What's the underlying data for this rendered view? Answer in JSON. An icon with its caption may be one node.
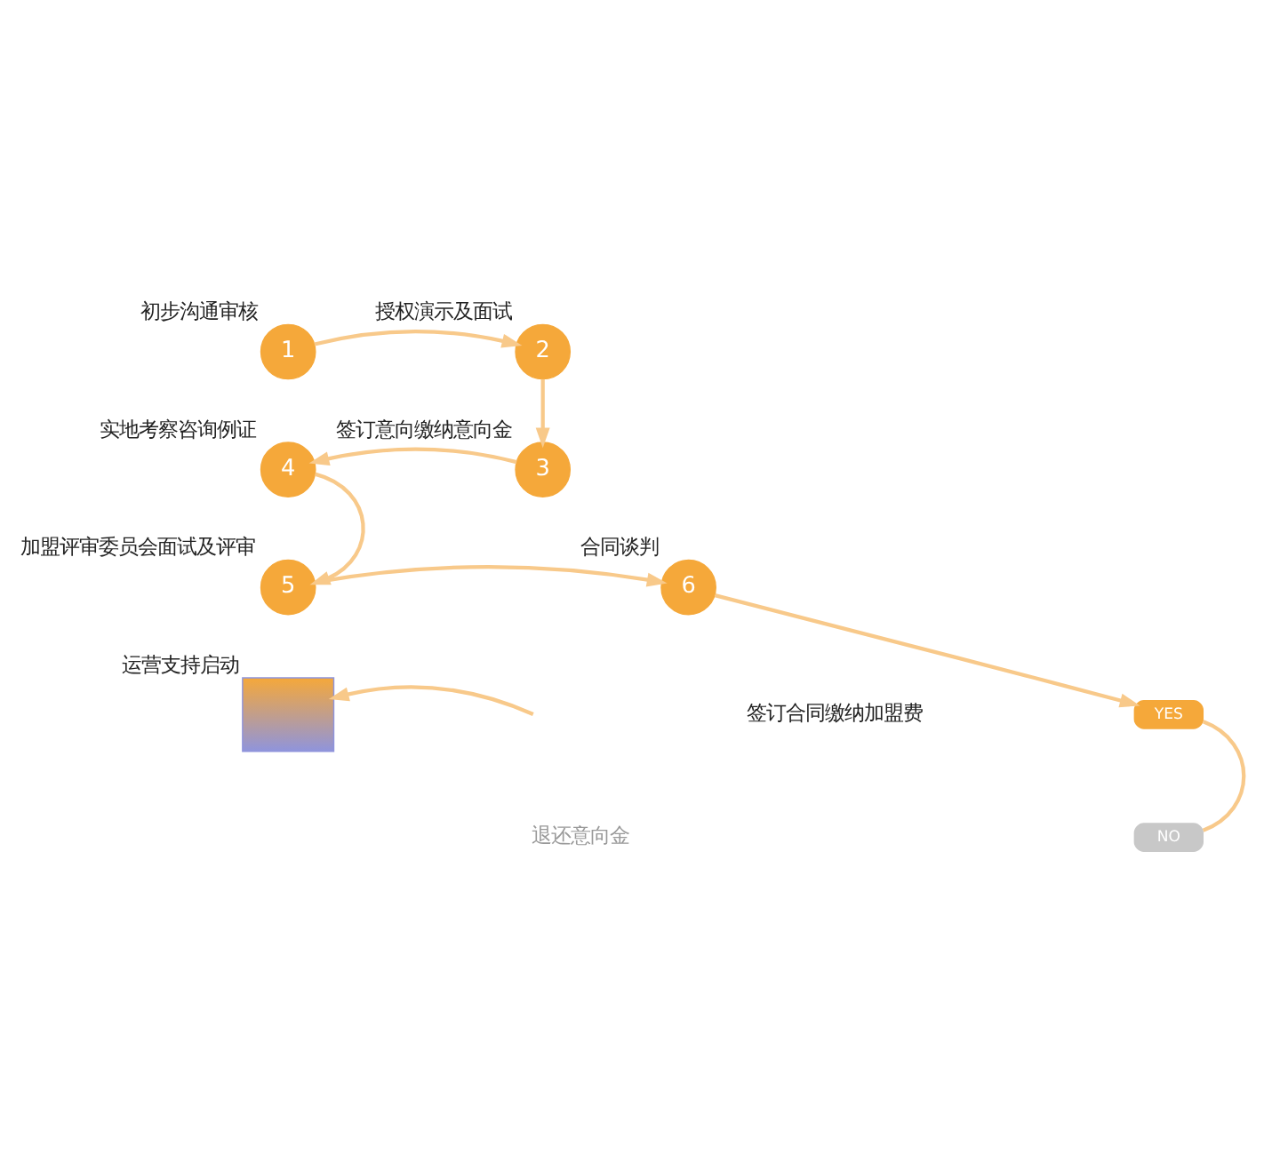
{
  "diagram": {
    "nodes": [
      {
        "text": [
          "1"
        ],
        "beside": [
          "初步沟通审核"
        ]
      },
      {
        "text": [
          "2"
        ],
        "beside": [
          "授权演示及面试"
        ]
      },
      {
        "text": [
          "3"
        ],
        "beside": [
          "签订意向缴纳意向金"
        ]
      },
      {
        "text": [
          "4"
        ],
        "beside": [
          "实地考察咨询例证"
        ]
      },
      {
        "text": [
          "5"
        ],
        "beside": [
          "加盟评审委员会面试及评审"
        ]
      },
      {
        "text": [
          "6"
        ],
        "beside": [
          "合同谈判"
        ]
      },
      {
        "text": [
          "签订合同缴纳加盟费"
        ]
      },
      {
        "text": [
          "YES"
        ]
      },
      {
        "text": [
          "退还意向金"
        ]
      },
      {
        "text": [
          "NO"
        ]
      },
      {
        "text": [],
        "shape": "box",
        "beside": [
          "运营支持启动"
        ]
      }
    ],
    "edges": [
      {
        "from": 0,
        "to": 1,
        "arrow": "to"
      },
      {
        "from": 1,
        "to": 2,
        "arrow": "to"
      },
      {
        "from": 2,
        "to": 3,
        "arrow": "to"
      },
      {
        "from": 3,
        "to": 4,
        "arrow": "to"
      },
      {
        "from": 4,
        "to": 5,
        "arrow": "to"
      },
      {
        "from": 5,
        "to": 7,
        "arrow": "to"
      },
      {
        "from": 7,
        "to": 9,
        "arrow": "none"
      },
      {
        "from": null,
        "to": 10,
        "arrow": "to"
      }
    ]
  }
}
